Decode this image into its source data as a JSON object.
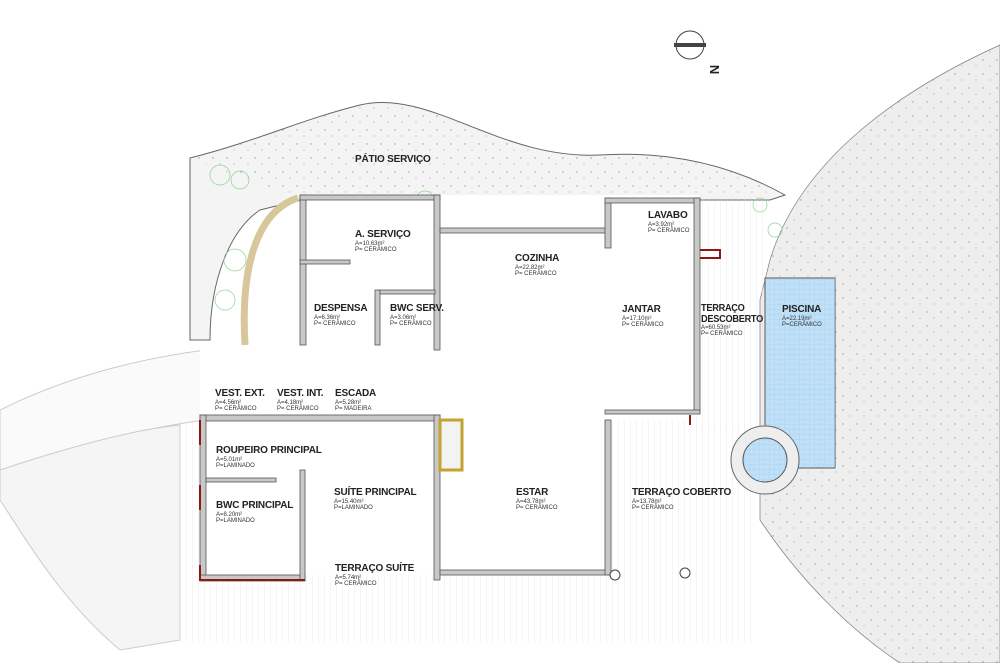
{
  "north_label": "N",
  "rooms": [
    {
      "id": "patio-servico",
      "name": "PÁTIO SERVIÇO"
    },
    {
      "id": "area-servico",
      "name": "A. SERVIÇO",
      "area": "A=10.63m²",
      "floor": "P= CERÂMICO"
    },
    {
      "id": "despensa",
      "name": "DESPENSA",
      "area": "A=6.36m²",
      "floor": "P= CERÂMICO"
    },
    {
      "id": "bwc-serv",
      "name": "BWC SERV.",
      "area": "A=3.06m²",
      "floor": "P= CERÂMICO"
    },
    {
      "id": "cozinha",
      "name": "COZINHA",
      "area": "A=22.82m²",
      "floor": "P= CERÂMICO"
    },
    {
      "id": "lavabo",
      "name": "LAVABO",
      "area": "A=3.92m²",
      "floor": "P= CERÂMICO"
    },
    {
      "id": "jantar",
      "name": "JANTAR",
      "area": "A=17.10m²",
      "floor": "P= CERÂMICO"
    },
    {
      "id": "terraco-descoberto",
      "name": "TERRAÇO DESCOBERTO",
      "area": "A=60.53m²",
      "floor": "P= CERÂMICO"
    },
    {
      "id": "piscina",
      "name": "PISCINA",
      "area": "A=22.19m²",
      "floor": "P=CERÂMICO"
    },
    {
      "id": "vest-ext",
      "name": "VEST. EXT.",
      "area": "A=4.56m²",
      "floor": "P= CERÂMICO"
    },
    {
      "id": "vest-int",
      "name": "VEST. INT.",
      "area": "A=4.18m²",
      "floor": "P= CERÂMICO"
    },
    {
      "id": "escada",
      "name": "ESCADA",
      "area": "A=5.28m²",
      "floor": "P= MADEIRA"
    },
    {
      "id": "roupeiro-principal",
      "name": "ROUPEIRO PRINCIPAL",
      "area": "A=5.01m²",
      "floor": "P=LAMINADO"
    },
    {
      "id": "bwc-principal",
      "name": "BWC PRINCIPAL",
      "area": "A=8.20m²",
      "floor": "P=LAMINADO"
    },
    {
      "id": "suite-principal",
      "name": "SUÍTE PRINCIPAL",
      "area": "A=15.40m²",
      "floor": "P=LAMINADO"
    },
    {
      "id": "terraco-suite",
      "name": "TERRAÇO SUÍTE",
      "area": "A=5.74m²",
      "floor": "P= CERÂMICO"
    },
    {
      "id": "estar",
      "name": "ESTAR",
      "area": "A=43.78m²",
      "floor": "P= CERÂMICO"
    },
    {
      "id": "terraco-coberto",
      "name": "TERRAÇO COBERTO",
      "area": "A=13.78m²",
      "floor": "P= CERÂMICO"
    }
  ],
  "colors": {
    "wall": "#c8c8c8",
    "wall_stroke": "#555555",
    "pool": "#bfe0f7",
    "terrain": "#ececec",
    "accent_wall": "#8b1a10",
    "planter": "#d8c79a",
    "vegetation": "#8fd48f"
  }
}
